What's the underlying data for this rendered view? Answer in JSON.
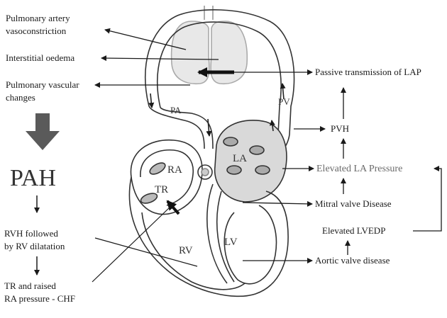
{
  "left": {
    "pulmonary_artery_vasoconstriction": [
      "Pulmonary artery",
      "vasoconstriction"
    ],
    "interstitial_oedema": "Interstitial oedema",
    "pulmonary_vascular_changes": [
      "Pulmonary vascular",
      "changes"
    ],
    "pah": "PAH",
    "rvh": [
      "RVH followed",
      "by RV dilatation"
    ],
    "tr": [
      "TR and raised",
      "RA pressure - CHF"
    ]
  },
  "right": {
    "passive_transmission": "Passive transmission of LAP",
    "pvh": "PVH",
    "elevated_la_pressure": "Elevated LA Pressure",
    "mitral_valve_disease": "Mitral valve Disease",
    "elevated_lvedp": "Elevated LVEDP",
    "aortic_valve_disease": "Aortic valve disease"
  },
  "heart": {
    "pa": "PA",
    "pv": "PV",
    "la": "LA",
    "ra": "RA",
    "tr": "TR",
    "rv": "RV",
    "lv": "LV"
  },
  "colors": {
    "ink": "#1a1a1a",
    "grey_text": "#6a6a6a",
    "big_arrow": "#5a5a5a",
    "lung_fill": "#e8e8e8",
    "la_fill": "#d9d9d9"
  }
}
